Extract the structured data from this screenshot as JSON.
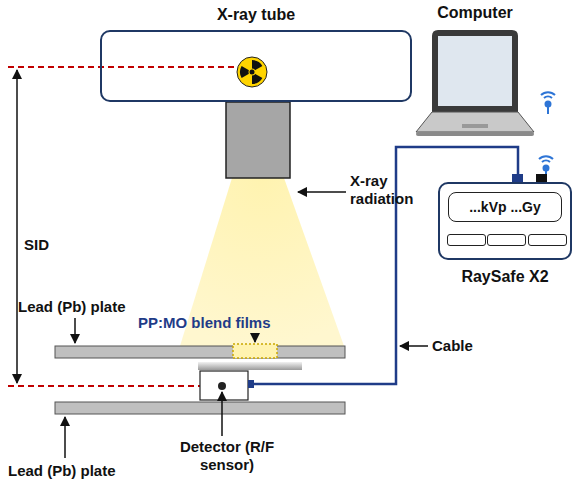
{
  "diagram": {
    "nodes": [
      {
        "text": [
          "X-ray tube"
        ]
      },
      {
        "text": [
          "Computer"
        ]
      },
      {
        "text": [
          "...kVp ...Gy",
          "RaySafe X2"
        ]
      }
    ],
    "labels": [
      "SID",
      "X-ray radiation",
      "Lead (Pb) plate",
      "PP:MO blend films",
      "Detector (R/F sensor)",
      "Lead (Pb) plate",
      "Cable"
    ]
  }
}
